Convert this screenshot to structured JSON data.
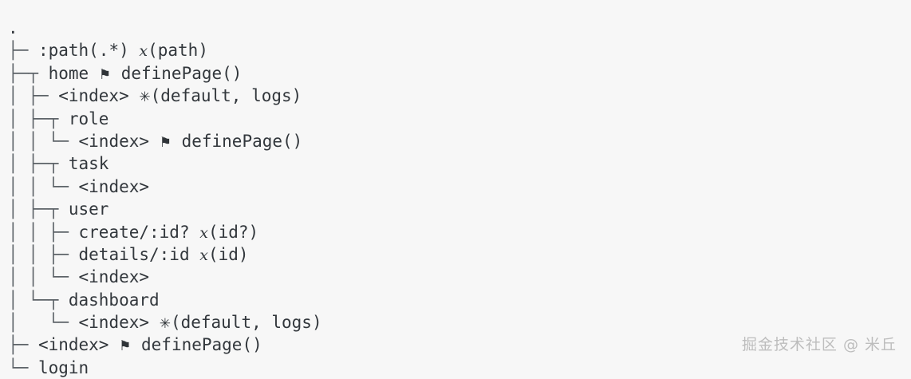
{
  "app": {
    "background_color": "#f7f7f7",
    "text_color": "#32373c",
    "guide_color": "#5d6368",
    "watermark_color": "#bdbdbd"
  },
  "glyphs": {
    "flag": "⚑",
    "star": "✳",
    "meta_x": "x",
    "root": "."
  },
  "tree": {
    "root_label": ".",
    "lines": [
      {
        "guides": "",
        "label": ".",
        "depth": 0,
        "markers": [],
        "full_text": "."
      },
      {
        "guides": "├─ ",
        "label": ":path(.*)",
        "depth": 1,
        "markers": [
          "x"
        ],
        "meta": "(path)",
        "full_text": "├─ :path(.*) x(path)"
      },
      {
        "guides": "├─┬ ",
        "label": "home",
        "depth": 1,
        "markers": [
          "flag"
        ],
        "meta": "definePage()",
        "full_text": "├─┬ home ⚑ definePage()"
      },
      {
        "guides": "│ ├─ ",
        "label": "<index>",
        "depth": 2,
        "markers": [
          "star"
        ],
        "meta": "(default, logs)",
        "full_text": "│ ├─ <index> ✳(default, logs)"
      },
      {
        "guides": "│ ├─┬ ",
        "label": "role",
        "depth": 2,
        "markers": [],
        "meta": "",
        "full_text": "│ ├─┬ role"
      },
      {
        "guides": "│ │ └─ ",
        "label": "<index>",
        "depth": 3,
        "markers": [
          "flag"
        ],
        "meta": "definePage()",
        "full_text": "│ │ └─ <index> ⚑ definePage()"
      },
      {
        "guides": "│ ├─┬ ",
        "label": "task",
        "depth": 2,
        "markers": [],
        "meta": "",
        "full_text": "│ ├─┬ task"
      },
      {
        "guides": "│ │ └─ ",
        "label": "<index>",
        "depth": 3,
        "markers": [],
        "meta": "",
        "full_text": "│ │ └─ <index>"
      },
      {
        "guides": "│ ├─┬ ",
        "label": "user",
        "depth": 2,
        "markers": [],
        "meta": "",
        "full_text": "│ ├─┬ user"
      },
      {
        "guides": "│ │ ├─ ",
        "label": "create/:id?",
        "depth": 3,
        "markers": [
          "x"
        ],
        "meta": "(id?)",
        "full_text": "│ │ ├─ create/:id? x(id?)"
      },
      {
        "guides": "│ │ ├─ ",
        "label": "details/:id",
        "depth": 3,
        "markers": [
          "x"
        ],
        "meta": "(id)",
        "full_text": "│ │ ├─ details/:id x(id)"
      },
      {
        "guides": "│ │ └─ ",
        "label": "<index>",
        "depth": 3,
        "markers": [],
        "meta": "",
        "full_text": "│ │ └─ <index>"
      },
      {
        "guides": "│ └─┬ ",
        "label": "dashboard",
        "depth": 2,
        "markers": [],
        "meta": "",
        "full_text": "│ └─┬ dashboard"
      },
      {
        "guides": "│   └─ ",
        "label": "<index>",
        "depth": 3,
        "markers": [
          "star"
        ],
        "meta": "(default, logs)",
        "full_text": "│   └─ <index> ✳(default, logs)"
      },
      {
        "guides": "├─ ",
        "label": "<index>",
        "depth": 1,
        "markers": [
          "flag"
        ],
        "meta": "definePage()",
        "full_text": "├─ <index> ⚑ definePage()"
      },
      {
        "guides": "└─ ",
        "label": "login",
        "depth": 1,
        "markers": [],
        "meta": "",
        "full_text": "└─ login"
      }
    ]
  },
  "watermark": {
    "text": "掘金技术社区 @ 米丘"
  }
}
